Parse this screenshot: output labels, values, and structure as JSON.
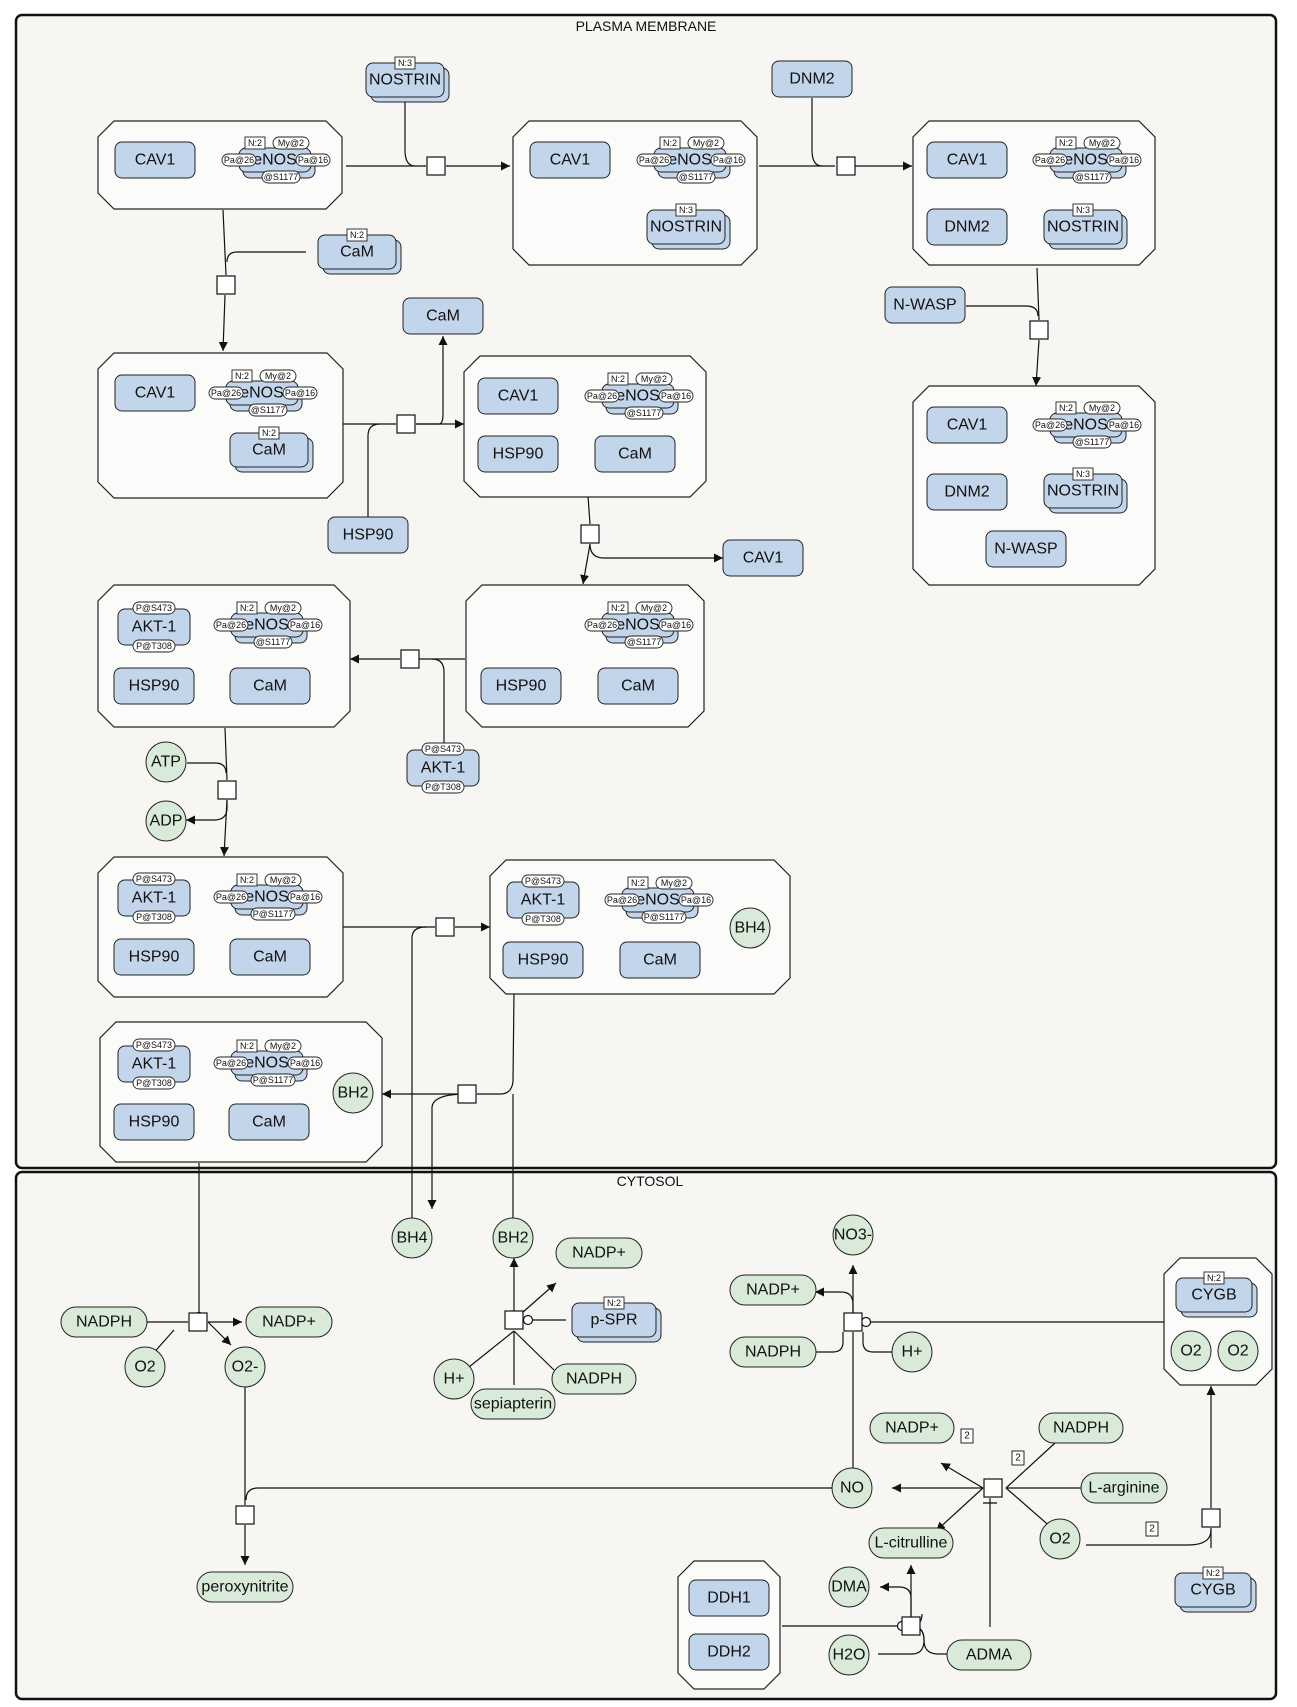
{
  "compartments": {
    "membrane": "PLASMA MEMBRANE",
    "cytosol": "CYTOSOL"
  },
  "labels": {
    "cav1": "CAV1",
    "enos": "eNOS",
    "nostrin": "NOSTRIN",
    "dnm2": "DNM2",
    "cam": "CaM",
    "hsp90": "HSP90",
    "akt1": "AKT-1",
    "nwasp": "N-WASP",
    "atp": "ATP",
    "adp": "ADP",
    "bh4": "BH4",
    "bh2": "BH2",
    "nadph": "NADPH",
    "nadp": "NADP+",
    "o2": "O2",
    "o2m": "O2-",
    "peroxynitrite": "peroxynitrite",
    "hplus": "H+",
    "sepiapterin": "sepiapterin",
    "pspr": "p-SPR",
    "no3": "NO3-",
    "no": "NO",
    "cygb": "CYGB",
    "larg": "L-arginine",
    "lcit": "L-citrulline",
    "dma": "DMA",
    "h2o": "H2O",
    "adma": "ADMA",
    "ddh1": "DDH1",
    "ddh2": "DDH2"
  },
  "state_vars": {
    "my2": "My@2",
    "pa26": "Pa@26",
    "pa16": "Pa@16",
    "s1177": "@S1177",
    "ps1177": "P@S1177",
    "ps473": "P@S473",
    "pt308": "P@T308"
  },
  "units": {
    "n2": "N:2",
    "n3": "N:3"
  },
  "stoich": {
    "two": "2"
  }
}
